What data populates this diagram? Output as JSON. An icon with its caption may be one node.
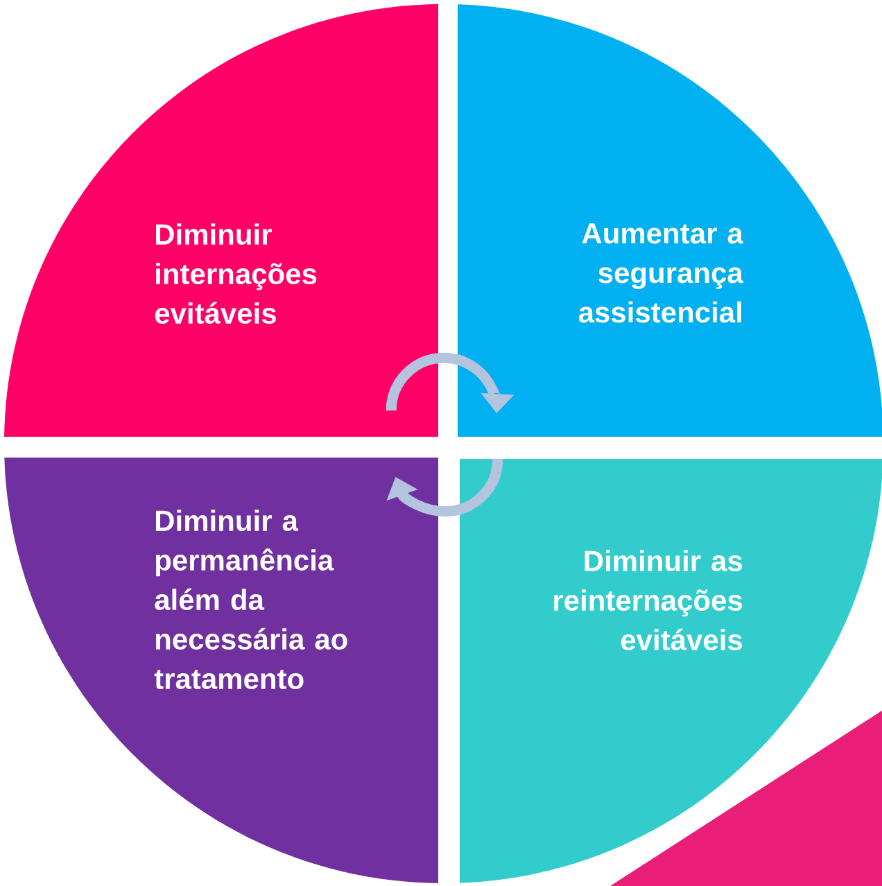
{
  "diagram": {
    "nodes": [
      {
        "text": [
          "Diminuir internações evitáveis"
        ]
      },
      {
        "text": [
          "Aumentar a segurança assistencial"
        ]
      },
      {
        "text": [
          "Diminuir a permanência além da necessária ao tratamento"
        ]
      },
      {
        "text": [
          "Diminuir as reinternações evitáveis"
        ]
      }
    ],
    "edges": [
      {
        "from": 0,
        "to": 1,
        "arrow": "to"
      },
      {
        "from": 3,
        "to": 2,
        "arrow": "to"
      }
    ]
  }
}
